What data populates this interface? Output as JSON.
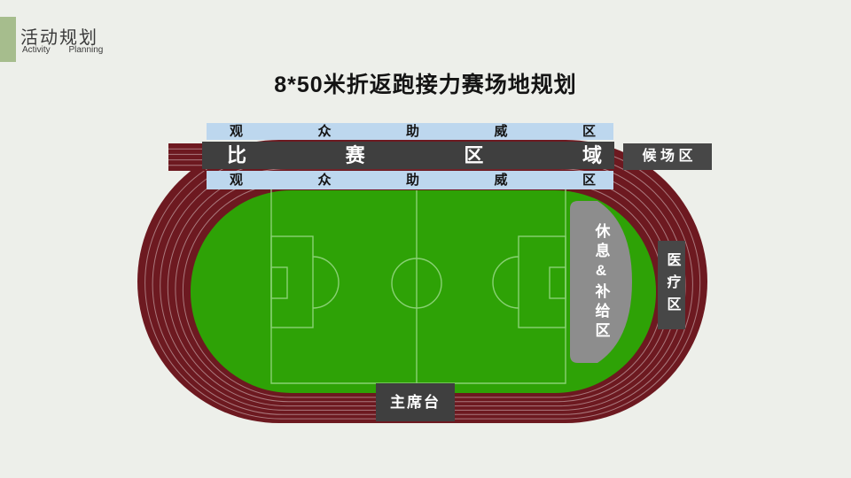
{
  "header": {
    "title_cn": "活动规划",
    "title_en": "Activity Planning"
  },
  "slide_title": "8*50米折返跑接力赛场地规划",
  "field_plan": {
    "spectator_top": "观 众 助 威 区",
    "competition_area": "比 赛 区 域",
    "spectator_bottom": "观 众 助 威 区",
    "waiting_area": "候 场 区",
    "rest_supply_area": "休息&补给区",
    "medical_area": "医疗区",
    "rostrum": "主席台"
  },
  "colors": {
    "background": "#edefea",
    "accent_green": "#a6bd8d",
    "track_maroon": "#6d1920",
    "field_green": "#2ea206",
    "pitch_line": "#8ed47a",
    "spectator_bar_blue": "#bdd7ee",
    "dark_zone_gray": "#3f3f3f",
    "rest_zone_gray": "#8d8d8d"
  }
}
